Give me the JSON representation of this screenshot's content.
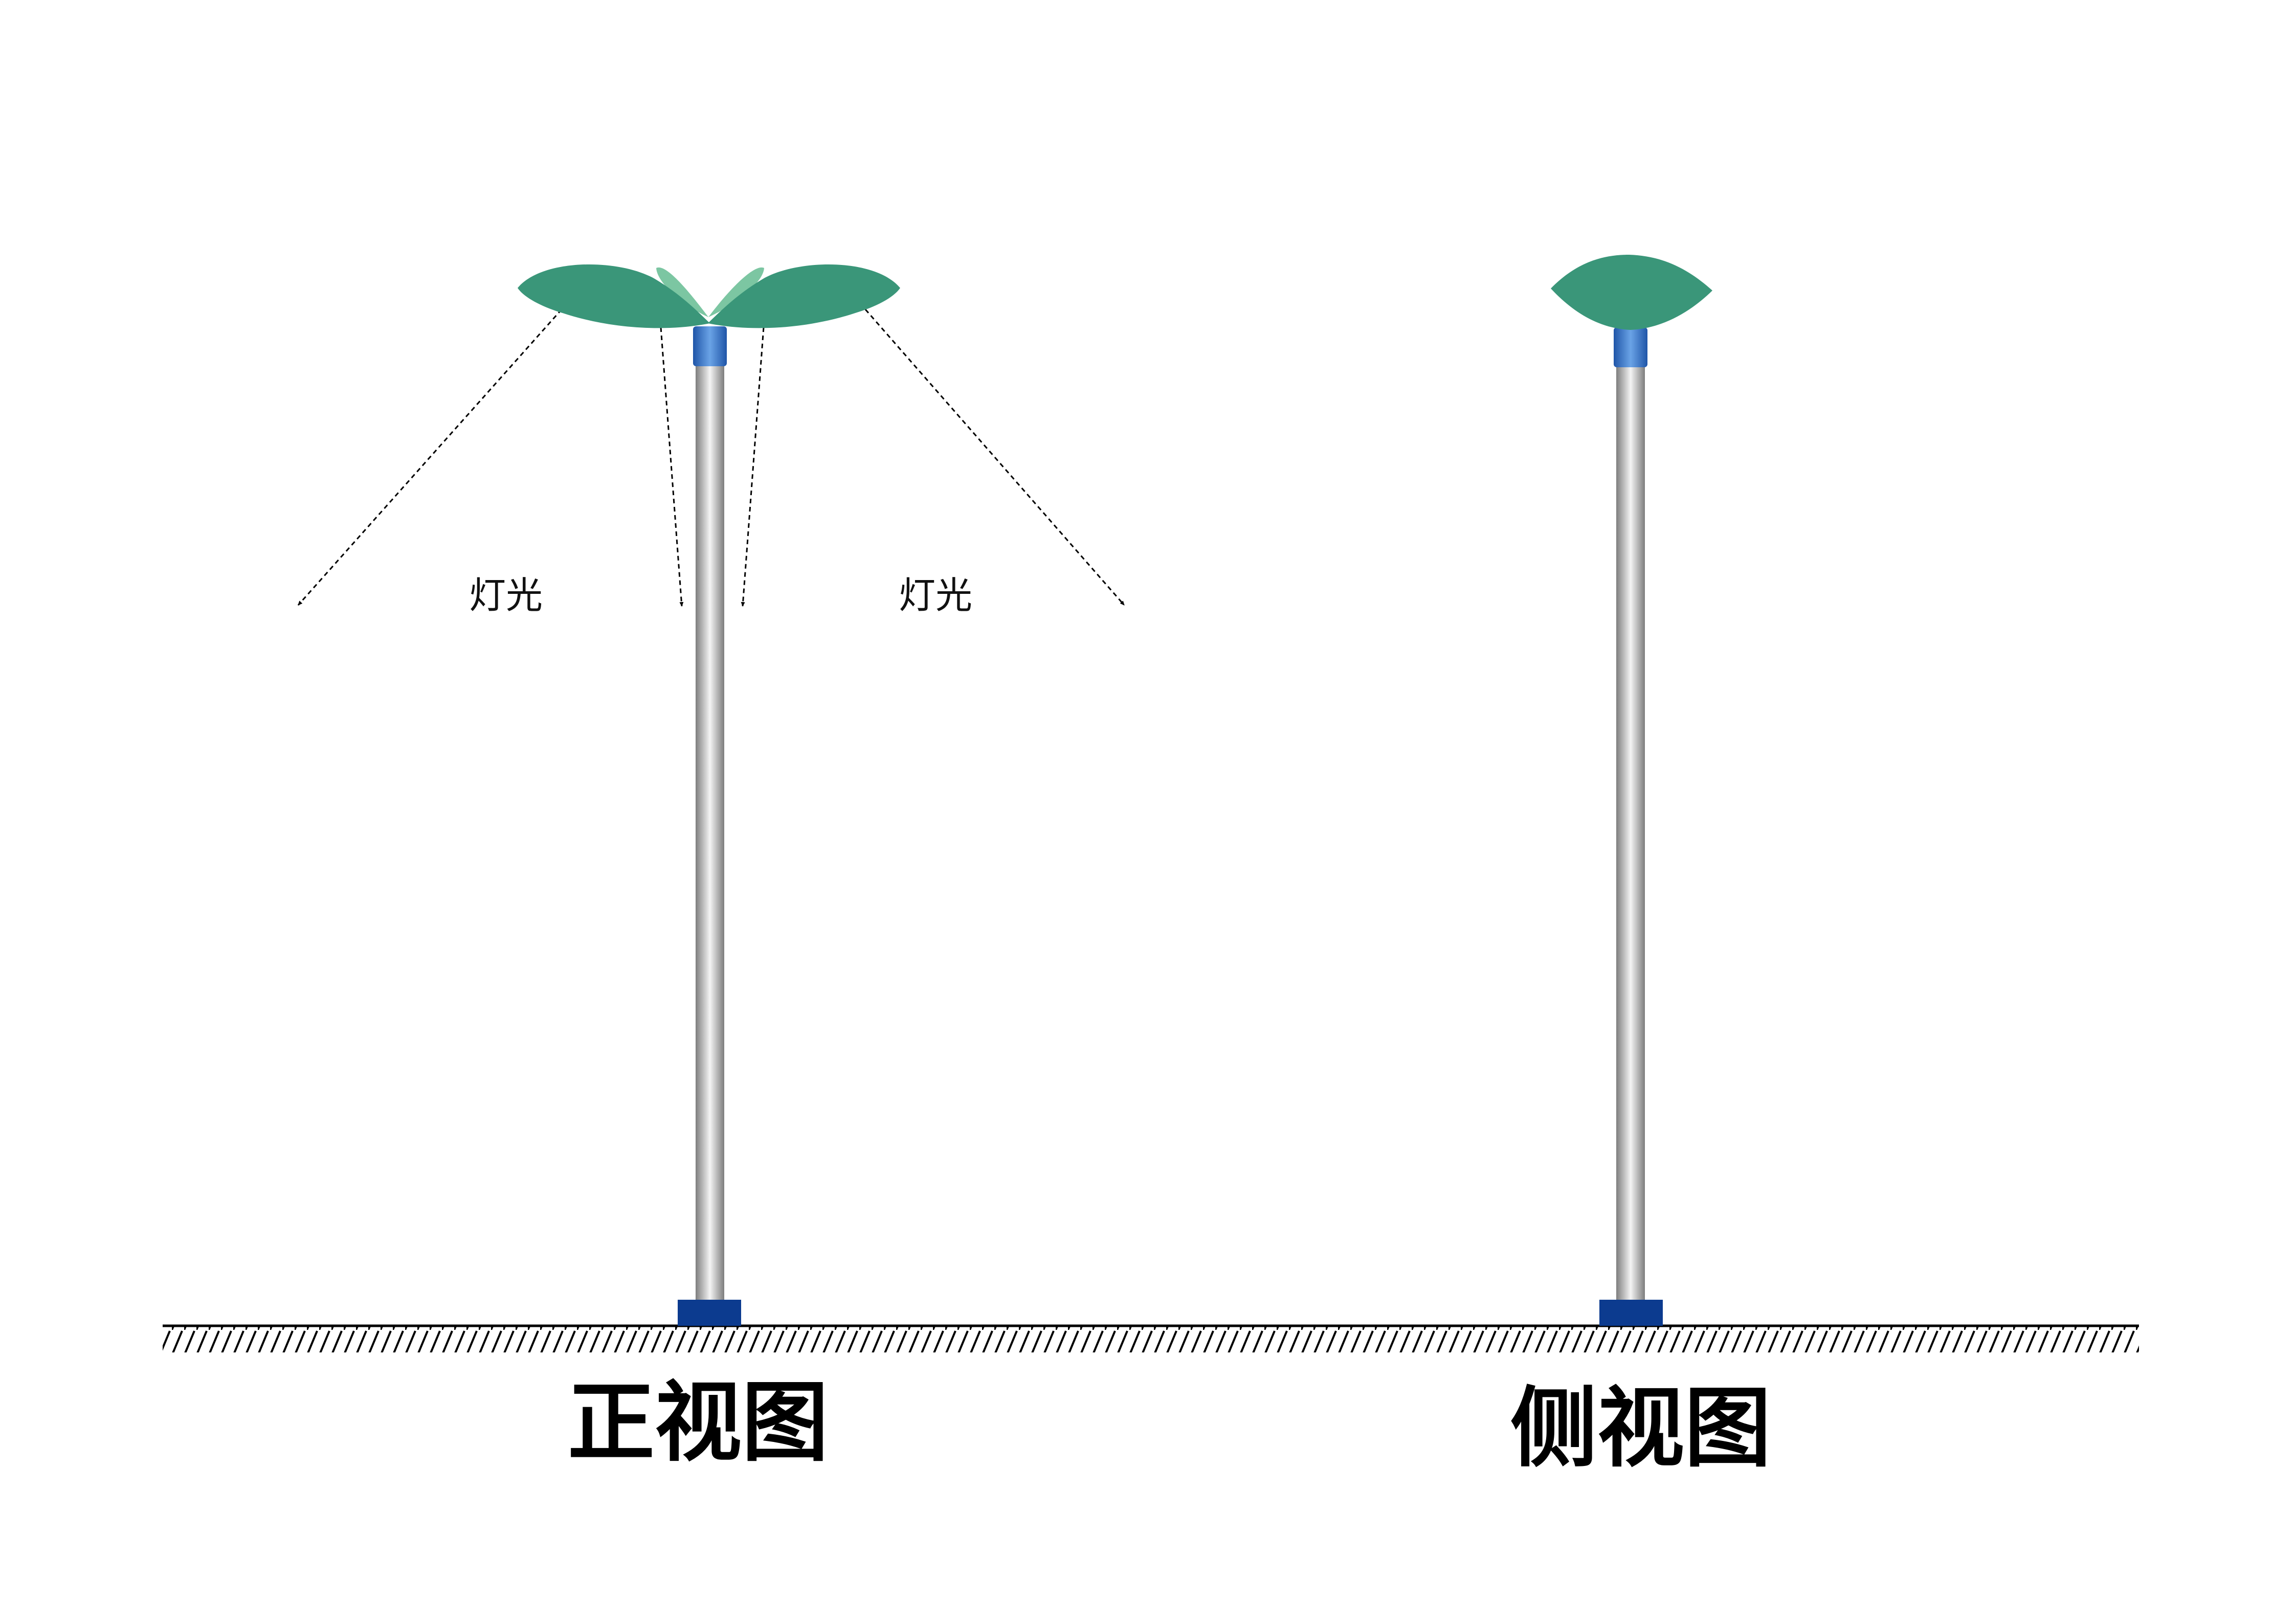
{
  "front_view": {
    "title": "正视图",
    "light_labels": [
      "灯光",
      "灯光"
    ]
  },
  "side_view": {
    "title": "侧视图"
  },
  "colors": {
    "leaf": "#3a9679",
    "inner_petal": "#7cc6a2",
    "connector": "#3f7fd0",
    "base": "#0c3b8f",
    "pole_mid": "#f2f2f2",
    "pole_edge": "#808080",
    "ground": "#000000"
  }
}
